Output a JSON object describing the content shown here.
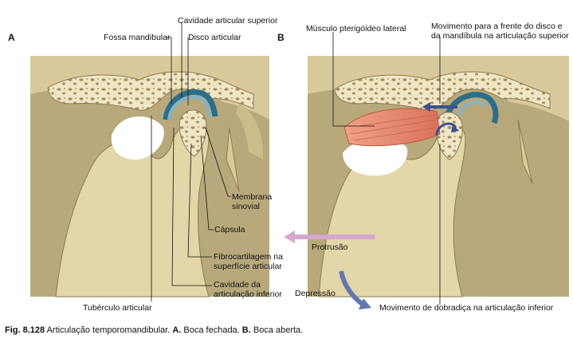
{
  "panels": {
    "a_letter": "A",
    "b_letter": "B"
  },
  "labels_a": {
    "cavidade_superior": "Cavidade articular superior",
    "fossa_mandibular": "Fossa mandibular",
    "disco_articular": "Disco articular",
    "membrana_line1": "Membrana",
    "membrana_line2": "sinovial",
    "capsula": "Cápsula",
    "fibro_line1": "Fibrocartilagem na",
    "fibro_line2": "superfície articular",
    "cavidade_inferior_line1": "Cavidade da",
    "cavidade_inferior_line2": "articulação inferior",
    "tuberculo": "Tubérculo articular"
  },
  "labels_b": {
    "musculo": "Músculo pterigóideo lateral",
    "movimento_line1": "Movimento para a frente do disco e",
    "movimento_line2": "da mandíbula na articulação superior",
    "protrusao": "Protrusão",
    "depressao": "Depressão",
    "dobradica": "Movimento de dobradiça na articulação inferior"
  },
  "caption": {
    "fig": "Fig. 8.128",
    "text": " Articulação temporomandibular. ",
    "a": "A.",
    "a_text": " Boca fechada. ",
    "b": "B.",
    "b_text": " Boca aberta."
  },
  "colors": {
    "bone": "#e9dfbd",
    "bone_dark": "#c9b98a",
    "cavity": "#2f6f8a",
    "disc": "#7fa9b5",
    "muscle": "#e4856a",
    "arrow_pink": "#d8a6cf",
    "arrow_blue": "#4f6aa8",
    "background_panel": "#b9ab7f"
  }
}
